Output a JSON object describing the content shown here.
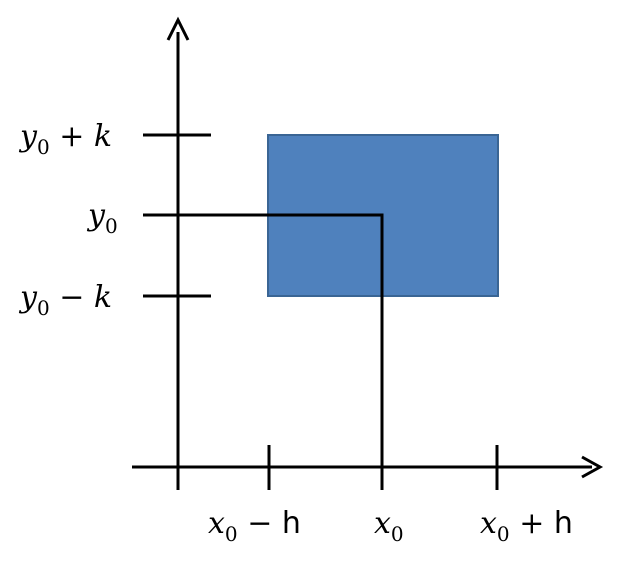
{
  "labels": {
    "y_upper": {
      "base": "y",
      "sub": "0",
      "op": " + ",
      "var": "k"
    },
    "y_center": {
      "base": "y",
      "sub": "0"
    },
    "y_lower": {
      "base": "y",
      "sub": "0",
      "op": " − ",
      "var": "k"
    },
    "x_left": {
      "base": "x",
      "sub": "0",
      "op": " − ",
      "var": "h"
    },
    "x_center": {
      "base": "x",
      "sub": "0"
    },
    "x_right": {
      "base": "x",
      "sub": "0",
      "op": " + ",
      "var": "h"
    }
  },
  "colors": {
    "rect_fill": "#4F81BD",
    "rect_stroke": "#3A6594",
    "line": "#000000"
  }
}
